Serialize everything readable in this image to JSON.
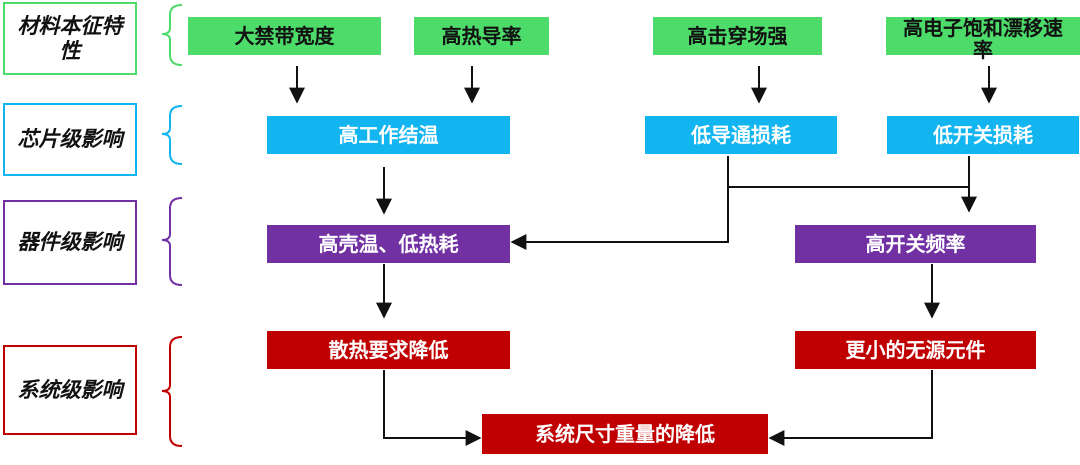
{
  "levels": {
    "material": "材料本征特性",
    "chip": "芯片级影响",
    "device": "器件级影响",
    "system": "系统级影响"
  },
  "material": {
    "bandgap": "大禁带宽度",
    "thermal_conductivity": "高热导率",
    "breakdown_field": "高击穿场强",
    "saturation_velocity": "高电子饱和漂移速率"
  },
  "chip": {
    "junction_temp": "高工作结温",
    "conduction_loss": "低导通损耗",
    "switching_loss": "低开关损耗"
  },
  "device": {
    "case_temp": "高壳温、低热耗",
    "switching_freq": "高开关频率"
  },
  "system": {
    "cooling": "散热要求降低",
    "passives": "更小的无源元件",
    "size_weight": "系统尺寸重量的降低"
  },
  "colors": {
    "material_box": "#4ddb6a",
    "chip_box": "#13b5f0",
    "device_box": "#7131a3",
    "system_box": "#c00000"
  }
}
